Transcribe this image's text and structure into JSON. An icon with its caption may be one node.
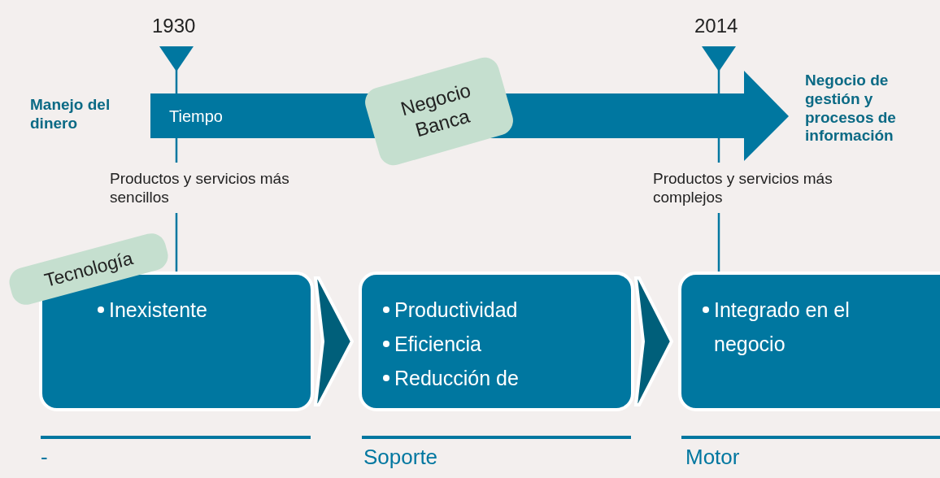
{
  "diagram": {
    "nodes": [
      {
        "text": [
          "Tiempo"
        ]
      },
      {
        "text": [
          "Negocio Banca"
        ]
      },
      {
        "text": [
          "Tecnología"
        ]
      },
      {
        "text": [
          "Inexistente"
        ]
      },
      {
        "text": [
          "Productividad",
          "Eficiencia",
          "Reducción de"
        ]
      },
      {
        "text": [
          "Integrado en el negocio"
        ]
      }
    ],
    "edges": [
      {
        "from": 3,
        "to": 4,
        "arrow": "to"
      },
      {
        "from": 4,
        "to": 5,
        "arrow": "to"
      }
    ],
    "labels": [
      "1930",
      "2014",
      "Manejo del dinero",
      "Negocio de gestión y procesos de información",
      "Productos y servicios más sencillos",
      "Productos y servicios más complejos",
      "-",
      "Soporte",
      "Motor"
    ]
  }
}
